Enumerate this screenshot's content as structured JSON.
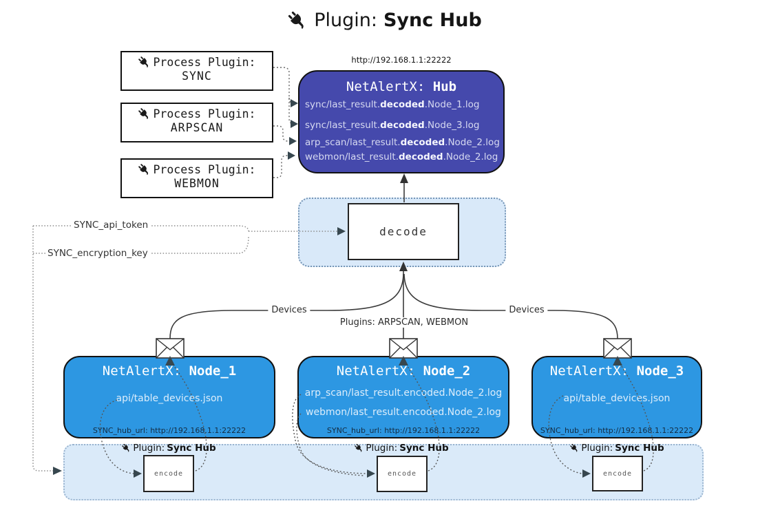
{
  "title": {
    "prefix": "Plugin:",
    "name": "Sync Hub"
  },
  "hub": {
    "url": "http://192.168.1.1:22222",
    "title_prefix": "NetAlertX: ",
    "title_name": "Hub",
    "lines": [
      {
        "pre": "sync/last_result.",
        "bold": "decoded",
        "post": ".Node_1.log"
      },
      {
        "pre": "sync/last_result.",
        "bold": "decoded",
        "post": ".Node_3.log"
      },
      {
        "pre": "arp_scan/last_result.",
        "bold": "decoded",
        "post": ".Node_2.log"
      },
      {
        "pre": "webmon/last_result.",
        "bold": "decoded",
        "post": ".Node_2.log"
      }
    ]
  },
  "process_plugins": [
    {
      "label": "Process Plugin:",
      "name": "SYNC"
    },
    {
      "label": "Process Plugin:",
      "name": "ARPSCAN"
    },
    {
      "label": "Process Plugin:",
      "name": "WEBMON"
    }
  ],
  "decode_label": "decode",
  "keys": {
    "api_token": "SYNC_api_token",
    "encryption_key": "SYNC_encryption_key"
  },
  "edge_labels": {
    "left": "Devices",
    "middle": "Plugins: ARPSCAN, WEBMON",
    "right": "Devices"
  },
  "nodes": [
    {
      "title_prefix": "NetAlertX: ",
      "title_name": "Node_1",
      "lines": [
        "api/table_devices.json"
      ],
      "hub_url": "SYNC_hub_url: http://192.168.1.1:22222"
    },
    {
      "title_prefix": "NetAlertX: ",
      "title_name": "Node_2",
      "lines": [
        "arp_scan/last_result.encoded.Node_2.log",
        "webmon/last_result.encoded.Node_2.log"
      ],
      "hub_url": "SYNC_hub_url: http://192.168.1.1:22222"
    },
    {
      "title_prefix": "NetAlertX: ",
      "title_name": "Node_3",
      "lines": [
        "api/table_devices.json"
      ],
      "hub_url": "SYNC_hub_url: http://192.168.1.1:22222"
    }
  ],
  "band": {
    "plugin_prefix": "Plugin:",
    "plugin_name": "Sync Hub",
    "encode_label": "encode"
  },
  "icons": {
    "plug": "plug-icon",
    "envelope": "envelope-icon"
  },
  "colors": {
    "hub_fill": "#4549ac",
    "node_fill": "#2d97e2",
    "band_fill": "#daeaf9",
    "decode_band_fill": "#d9e9f9",
    "box_border": "#111111",
    "arrowhead": "#37474f"
  }
}
